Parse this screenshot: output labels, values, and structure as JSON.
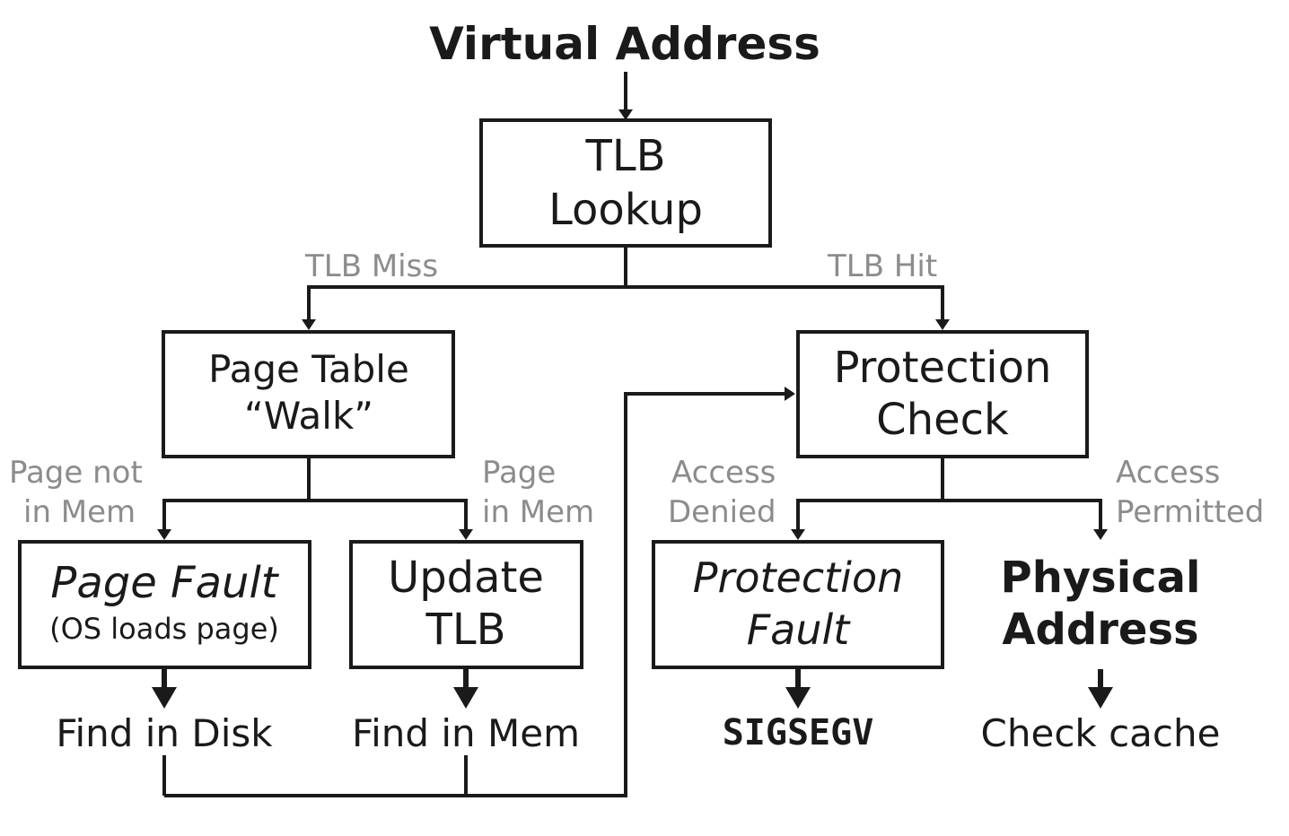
{
  "title": "Virtual Address",
  "nodes": {
    "tlb_lookup": [
      "TLB",
      "Lookup"
    ],
    "page_table_walk": [
      "Page Table",
      "“Walk”"
    ],
    "protection_check": [
      "Protection",
      "Check"
    ],
    "page_fault": {
      "title": "Page Fault",
      "subtitle": "(OS loads page)"
    },
    "update_tlb": [
      "Update",
      "TLB"
    ],
    "protection_fault": [
      "Protection",
      "Fault"
    ],
    "physical_address": [
      "Physical",
      "Address"
    ]
  },
  "edge_labels": {
    "tlb_miss": "TLB Miss",
    "tlb_hit": "TLB Hit",
    "page_not_in_mem": [
      "Page not",
      "in Mem"
    ],
    "page_in_mem": [
      "Page",
      "in Mem"
    ],
    "access_denied": [
      "Access",
      "Denied"
    ],
    "access_permitted": [
      "Access",
      "Permitted"
    ]
  },
  "outcomes": {
    "find_in_disk": "Find in Disk",
    "find_in_mem": "Find in Mem",
    "sigsegv": "SIGSEGV",
    "check_cache": "Check cache"
  }
}
